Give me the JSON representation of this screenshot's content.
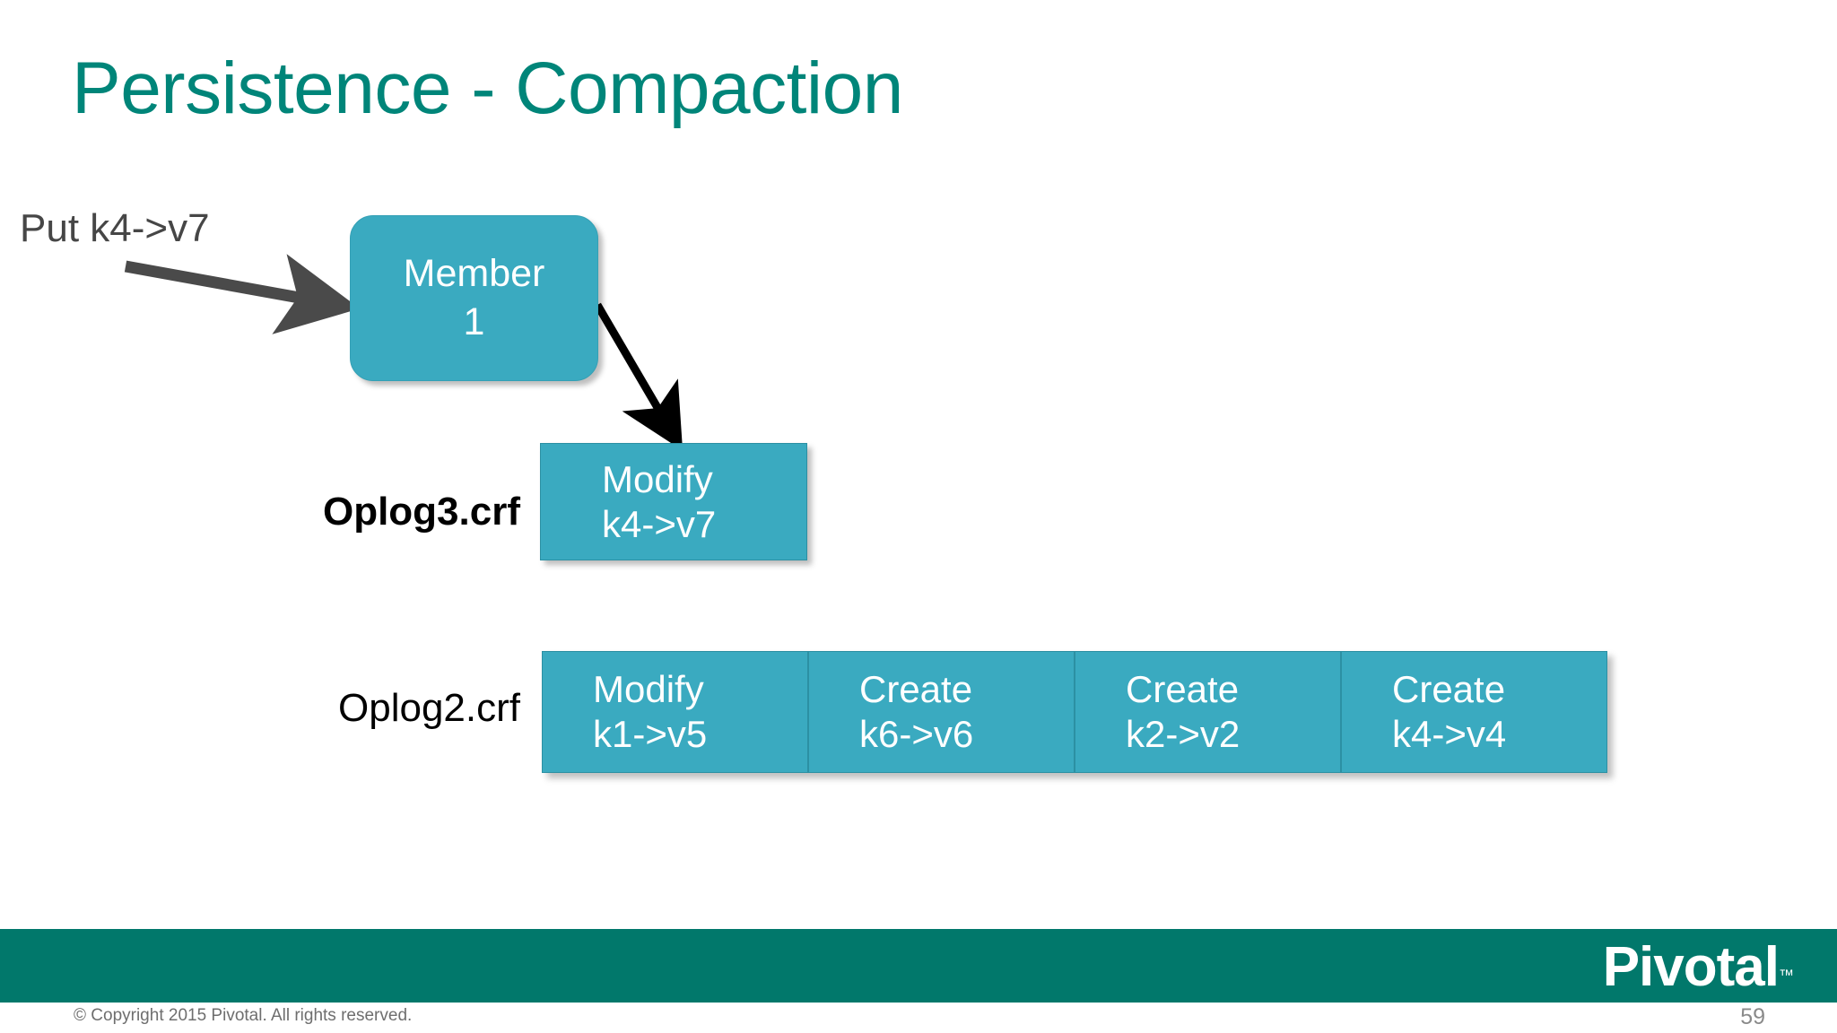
{
  "slide": {
    "title": "Persistence - Compaction",
    "background_color": "#ffffff",
    "accent_teal": "#3AAAC0",
    "title_color": "#008579",
    "footer_color": "#01786B"
  },
  "diagram": {
    "incoming_operation_label": "Put k4->v7",
    "member_node": {
      "line1": "Member",
      "line2": "1"
    },
    "oplog3": {
      "label": "Oplog3.crf",
      "records": [
        {
          "op": "Modify",
          "mapping": "k4->v7"
        }
      ]
    },
    "oplog2": {
      "label": "Oplog2.crf",
      "records": [
        {
          "op": "Modify",
          "mapping": "k1->v5"
        },
        {
          "op": "Create",
          "mapping": "k6->v6"
        },
        {
          "op": "Create",
          "mapping": "k2->v2"
        },
        {
          "op": "Create",
          "mapping": "k4->v4"
        }
      ]
    }
  },
  "footer": {
    "logo_text": "Pivotal",
    "logo_trademark": "™",
    "copyright": "© Copyright 2015 Pivotal. All rights reserved.",
    "page_number": "59"
  }
}
